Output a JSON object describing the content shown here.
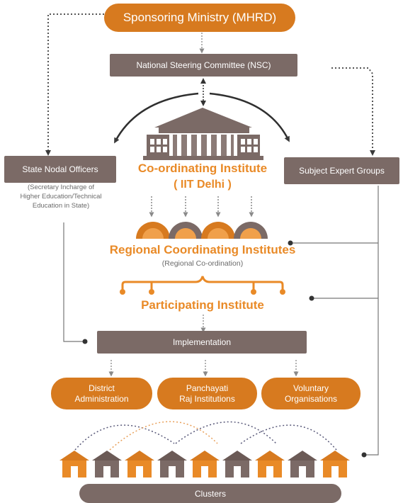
{
  "sponsor": "Sponsoring Ministry (MHRD)",
  "nsc": "National Steering Committee (NSC)",
  "state_nodal": {
    "title": "State Nodal Officers",
    "note": [
      "(Secretary Incharge of",
      "Higher Education/Technical",
      "Education in State)"
    ]
  },
  "coordinating": {
    "title": "Co-ordinating Institute",
    "sub": "( IIT Delhi )"
  },
  "subject_experts": "Subject Expert Groups",
  "regional": {
    "title": "Regional Coordinating Institutes",
    "sub": "(Regional Co-ordination)"
  },
  "participating": "Participating Institute",
  "implementation": "Implementation",
  "partners": [
    {
      "line1": "District",
      "line2": "Administration"
    },
    {
      "line1": "Panchayati",
      "line2": "Raj Institutions"
    },
    {
      "line1": "Voluntary",
      "line2": "Organisations"
    }
  ],
  "clusters": "Clusters",
  "colors": {
    "orange": "#d77a1f",
    "orange_text": "#e98a27",
    "brown": "#7b6a66",
    "grey_text": "#6b6b6b",
    "line": "#555555"
  }
}
